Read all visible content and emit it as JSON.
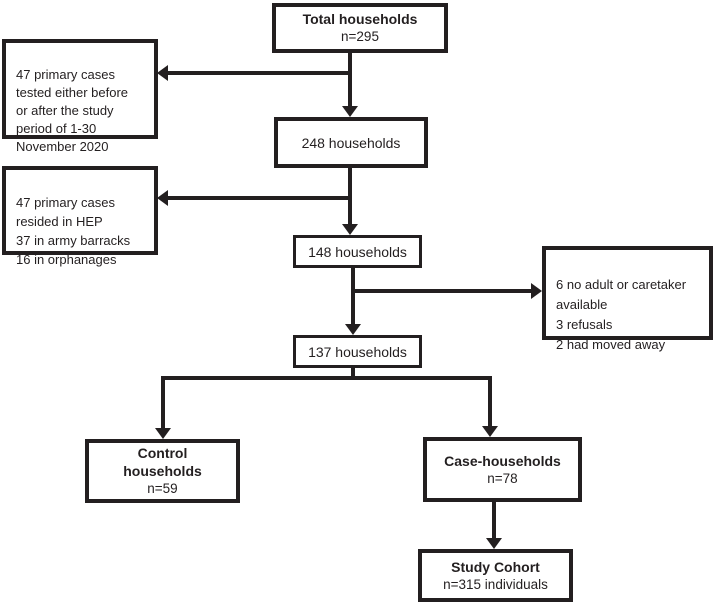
{
  "nodes": {
    "total": {
      "title": "Total households",
      "subtitle": "n=295"
    },
    "excluded_tested_outside": {
      "text": "47 primary cases\ntested either before\nor after the study\nperiod of 1-30\nNovember 2020"
    },
    "households_248": {
      "text": "248 households"
    },
    "excluded_hep": {
      "text": "47 primary cases\nresided in HEP\n37 in army barracks\n16 in orphanages"
    },
    "households_148": {
      "text": "148 households"
    },
    "excluded_unavailable": {
      "text": "6 no adult or caretaker\navailable\n3 refusals\n2 had moved away"
    },
    "households_137": {
      "text": "137 households"
    },
    "control": {
      "title": "Control\nhouseholds",
      "subtitle": "n=59"
    },
    "case": {
      "title": "Case-households",
      "subtitle": "n=78"
    },
    "cohort": {
      "title": "Study Cohort",
      "subtitle": "n=315 individuals"
    }
  },
  "colors": {
    "line": "#231f20",
    "background": "#ffffff"
  }
}
